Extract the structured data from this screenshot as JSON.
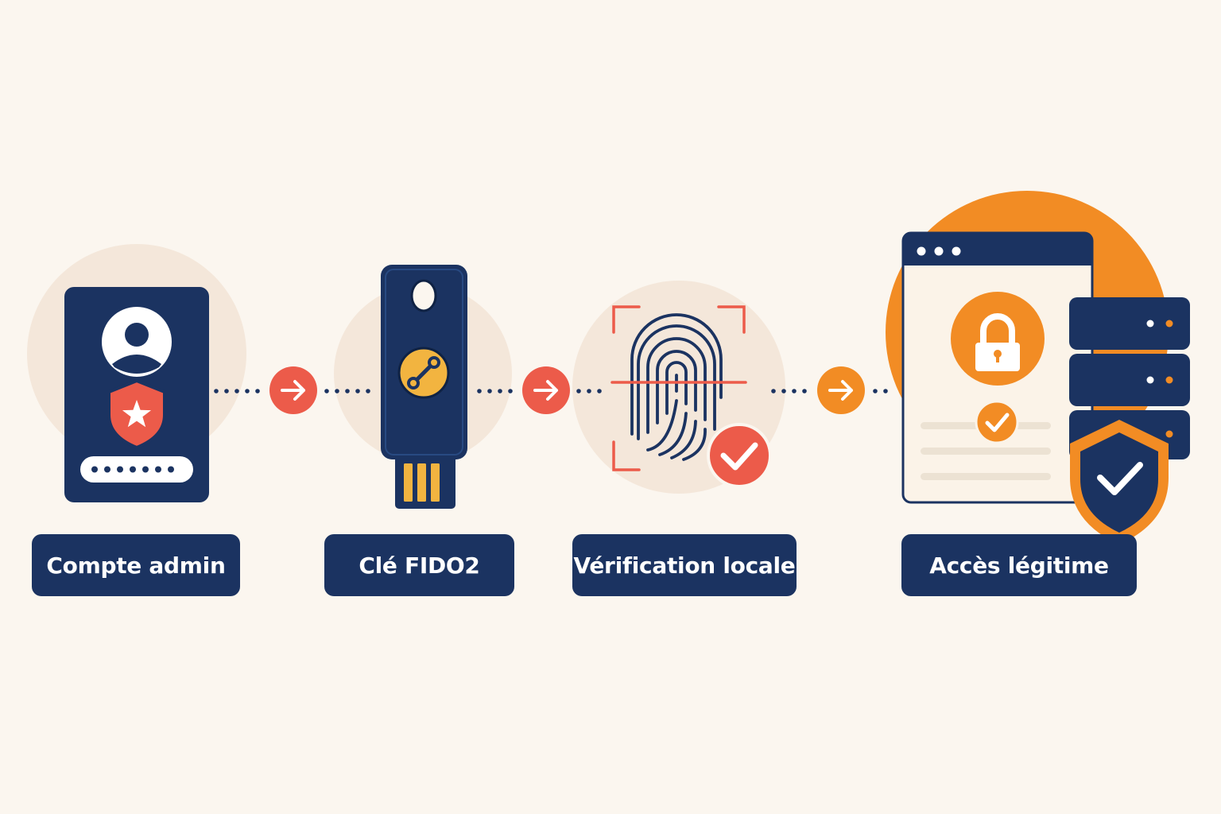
{
  "diagram": {
    "steps": [
      {
        "label": "Compte admin",
        "icon": "admin-account-icon"
      },
      {
        "label": "Clé FIDO2",
        "icon": "fido2-security-key-icon"
      },
      {
        "label": "Vérification locale",
        "icon": "fingerprint-verification-icon"
      },
      {
        "label": "Accès légitime",
        "icon": "secure-access-icon"
      }
    ],
    "connectors": [
      "arrow-right-icon",
      "arrow-right-icon",
      "arrow-right-icon"
    ]
  },
  "colors": {
    "background": "#fbf6ef",
    "navy": "#1b3361",
    "coral": "#ec5b4a",
    "orange": "#f28c24",
    "gold": "#f2b440",
    "halo": "#f4e7da",
    "panel": "#fbf3e8"
  }
}
